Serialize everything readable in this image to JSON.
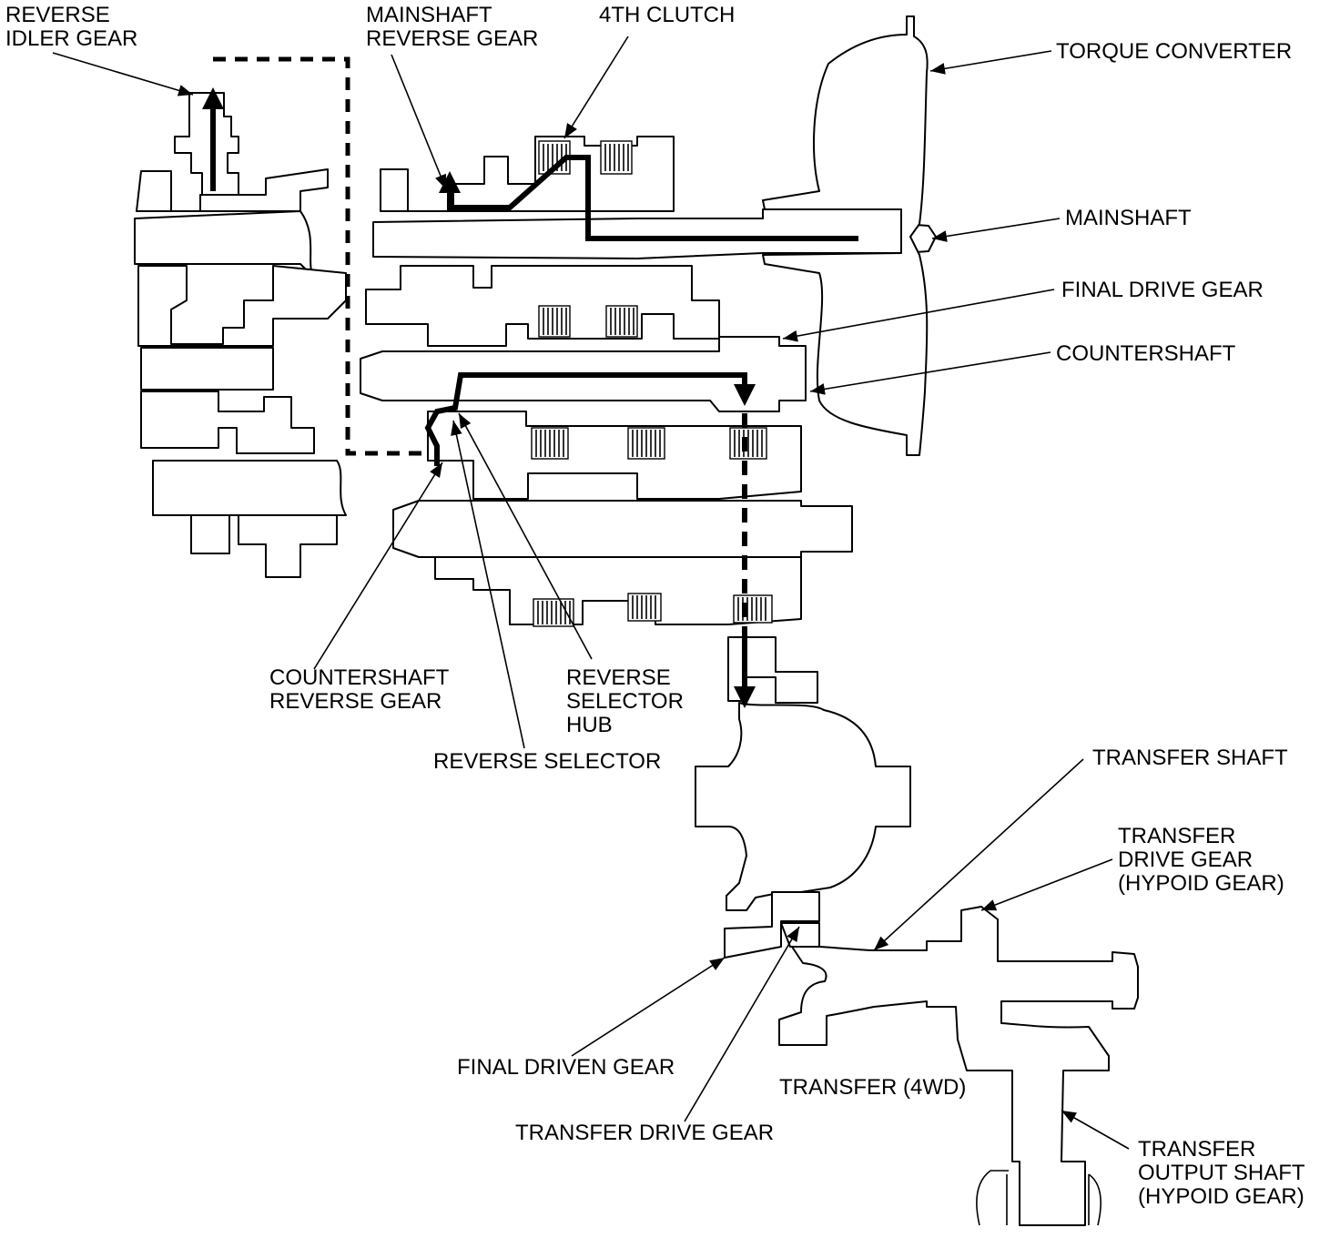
{
  "labels": {
    "reverse_idler_gear": [
      "REVERSE",
      "IDLER GEAR"
    ],
    "mainshaft_reverse_gear": [
      "MAINSHAFT",
      "REVERSE GEAR"
    ],
    "fourth_clutch": [
      "4TH CLUTCH"
    ],
    "torque_converter": [
      "TORQUE CONVERTER"
    ],
    "mainshaft": [
      "MAINSHAFT"
    ],
    "final_drive_gear": [
      "FINAL DRIVE GEAR"
    ],
    "countershaft": [
      "COUNTERSHAFT"
    ],
    "countershaft_reverse_gear": [
      "COUNTERSHAFT",
      "REVERSE GEAR"
    ],
    "reverse_selector_hub": [
      "REVERSE",
      "SELECTOR",
      "HUB"
    ],
    "reverse_selector": [
      "REVERSE SELECTOR"
    ],
    "transfer_shaft": [
      "TRANSFER SHAFT"
    ],
    "transfer_drive_gear_hypoid": [
      "TRANSFER",
      "DRIVE GEAR",
      "(HYPOID GEAR)"
    ],
    "final_driven_gear": [
      "FINAL DRIVEN GEAR"
    ],
    "transfer_4wd": [
      "TRANSFER (4WD)"
    ],
    "transfer_drive_gear": [
      "TRANSFER DRIVE GEAR"
    ],
    "transfer_output_shaft": [
      "TRANSFER",
      "OUTPUT SHAFT",
      "(HYPOID GEAR)"
    ]
  }
}
